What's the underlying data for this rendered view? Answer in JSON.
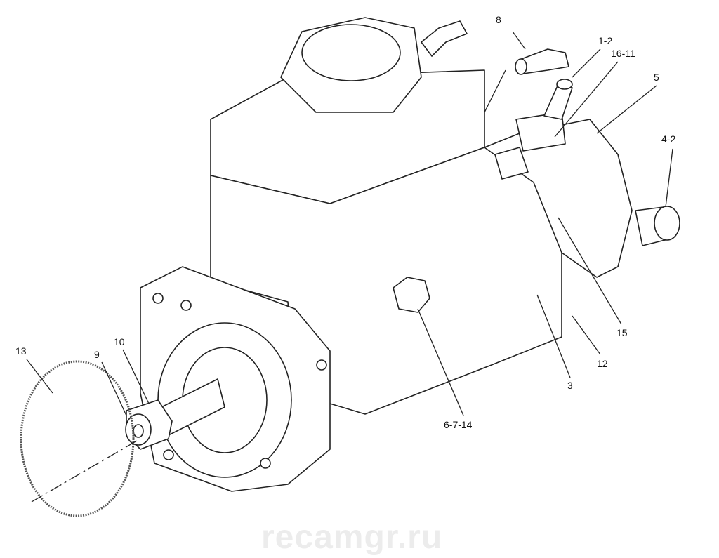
{
  "diagram": {
    "callouts": [
      {
        "id": "c8",
        "text": "8"
      },
      {
        "id": "c1-2",
        "text": "1-2"
      },
      {
        "id": "c16-11",
        "text": "16-11"
      },
      {
        "id": "c5",
        "text": "5"
      },
      {
        "id": "c4-2",
        "text": "4-2"
      },
      {
        "id": "c15",
        "text": "15"
      },
      {
        "id": "c12",
        "text": "12"
      },
      {
        "id": "c3",
        "text": "3"
      },
      {
        "id": "c6-7-14",
        "text": "6-7-14"
      },
      {
        "id": "c13",
        "text": "13"
      },
      {
        "id": "c9",
        "text": "9"
      },
      {
        "id": "c10",
        "text": "10"
      }
    ]
  },
  "watermark": "recamgr.ru"
}
